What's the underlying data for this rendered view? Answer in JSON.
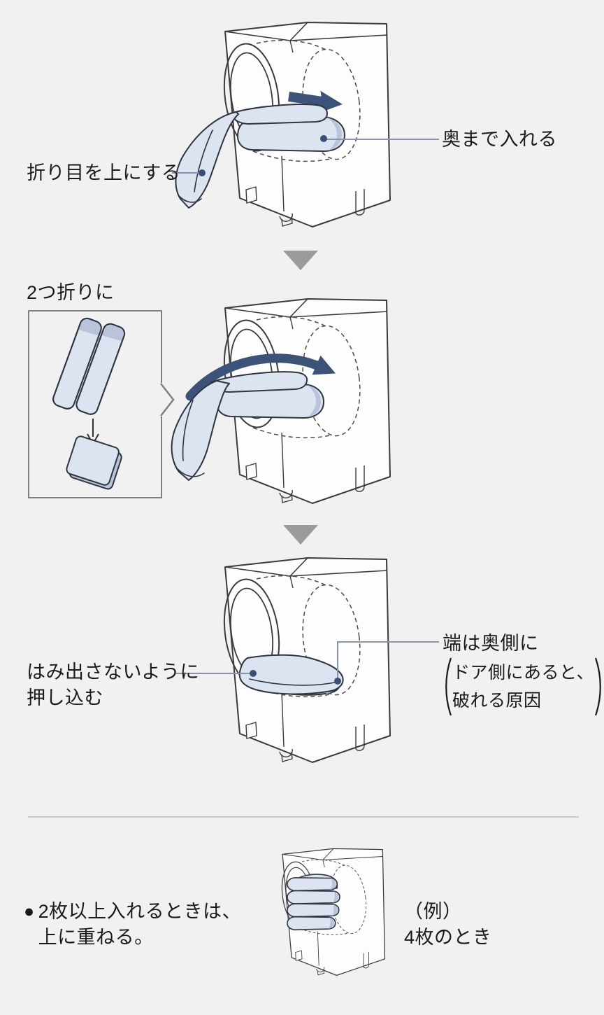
{
  "page": {
    "title": "毛布の入れかた（ドラム式洗濯機の図解）"
  },
  "colors": {
    "background": "#f1f1f2",
    "outline": "#3a3a3a",
    "blanket_fill": "#dde4f1",
    "blanket_shade": "#b9c4da",
    "arrow_navy": "#3d5278",
    "leader_line": "#8a94a8",
    "leader_dot": "#3a4f74",
    "step_triangle": "#9b9b9b",
    "box_border": "#7f7f7f",
    "divider": "#c9c9c9",
    "text": "#1a1a1a"
  },
  "icons": {
    "insert_direction": "right-arrow",
    "tumble_direction": "curved-right-arrow",
    "step_separator": "down-triangle",
    "fold_step": "down-arrow",
    "box_pointer": "chevron-right"
  },
  "sections": {
    "step1": {
      "label_right": "奥まで入れる",
      "label_left": "折り目を上にする"
    },
    "step2": {
      "box_title": "2つ折りに"
    },
    "step3": {
      "label_left_line1": "はみ出さないように",
      "label_left_line2": "押し込む",
      "label_right_title": "端は奥側に",
      "label_right_paren_line1": "ドア側にあると、",
      "label_right_paren_line2": "破れる原因"
    },
    "step4": {
      "bullet": "●",
      "note_line1": "2枚以上入れるときは、",
      "note_line2": "上に重ねる。",
      "example_line1": "（例）",
      "example_line2": "4枚のとき"
    }
  }
}
